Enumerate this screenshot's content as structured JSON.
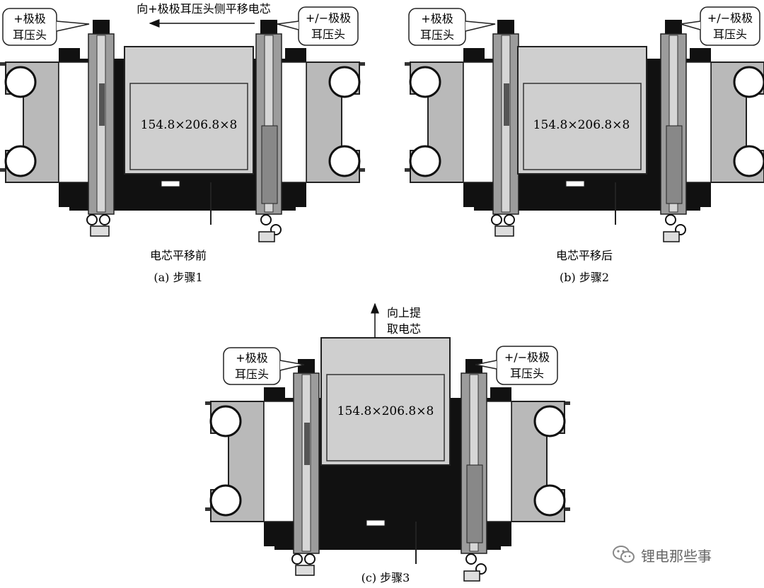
{
  "panels": [
    {
      "id": "a",
      "caption": "(a) 步骤1",
      "state_label": "电芯平移前",
      "cell_dims": "154.8×206.8×8",
      "left_callout": [
        "+极极",
        "耳压头"
      ],
      "right_callout": [
        "+/−极极",
        "耳压头"
      ],
      "arrow_label": "向+极极耳压头侧平移电芯"
    },
    {
      "id": "b",
      "caption": "(b) 步骤2",
      "state_label": "电芯平移后",
      "cell_dims": "154.8×206.8×8",
      "left_callout": [
        "+极极",
        "耳压头"
      ],
      "right_callout": [
        "+/−极极",
        "耳压头"
      ]
    },
    {
      "id": "c",
      "caption": "(c) 步骤3",
      "cell_dims": "154.8×206.8×8",
      "left_callout": [
        "+极极",
        "耳压头"
      ],
      "right_callout": [
        "+/−极极",
        "耳压头"
      ],
      "arrow_label_lines": [
        "向上提",
        "取电芯"
      ]
    }
  ],
  "watermark": {
    "text": "锂电那些事",
    "icon": "wechat-icon"
  }
}
